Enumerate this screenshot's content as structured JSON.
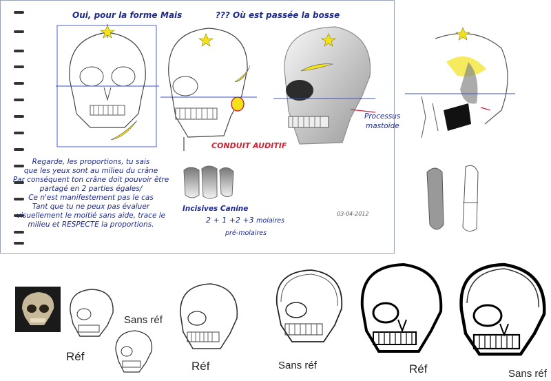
{
  "sheet": {
    "captions": {
      "c1": "Oui, pour la forme",
      "c2": "Mais",
      "c3": "??? Où est passée la bosse"
    },
    "note_lines": [
      "Regarde, les proportions, tu sais",
      "que les yeux sont au milieu du crâne",
      "Par conséquent ton crâne doit pouvoir être",
      "partagé en 2 parties égales/",
      "Ce n'est manifestement pas le cas",
      "Tant que tu ne peux pas évaluer",
      "visuellement le moitié sans aide, trace le",
      "milieu et RESPECTE la proportions."
    ],
    "conduit": "CONDUIT AUDITIF",
    "processus_1": "Processus",
    "processus_2": "mastoïde",
    "incisives": "Incisives Canine",
    "formula": "2 + 1 +2 +3",
    "molaires": "molaires",
    "premolaires": "pré-molaires",
    "date": "03-04-2012",
    "colors": {
      "ink": "#1d2a8c",
      "red": "#cc2233",
      "yellow": "#f2e21a"
    }
  },
  "bottom": {
    "ref_1": "Réf",
    "sans_ref_1": "Sans réf",
    "ref_2": "Réf",
    "sans_ref_2": "Sans réf",
    "ref_3": "Réf",
    "sans_ref_3": "Sans réf"
  }
}
